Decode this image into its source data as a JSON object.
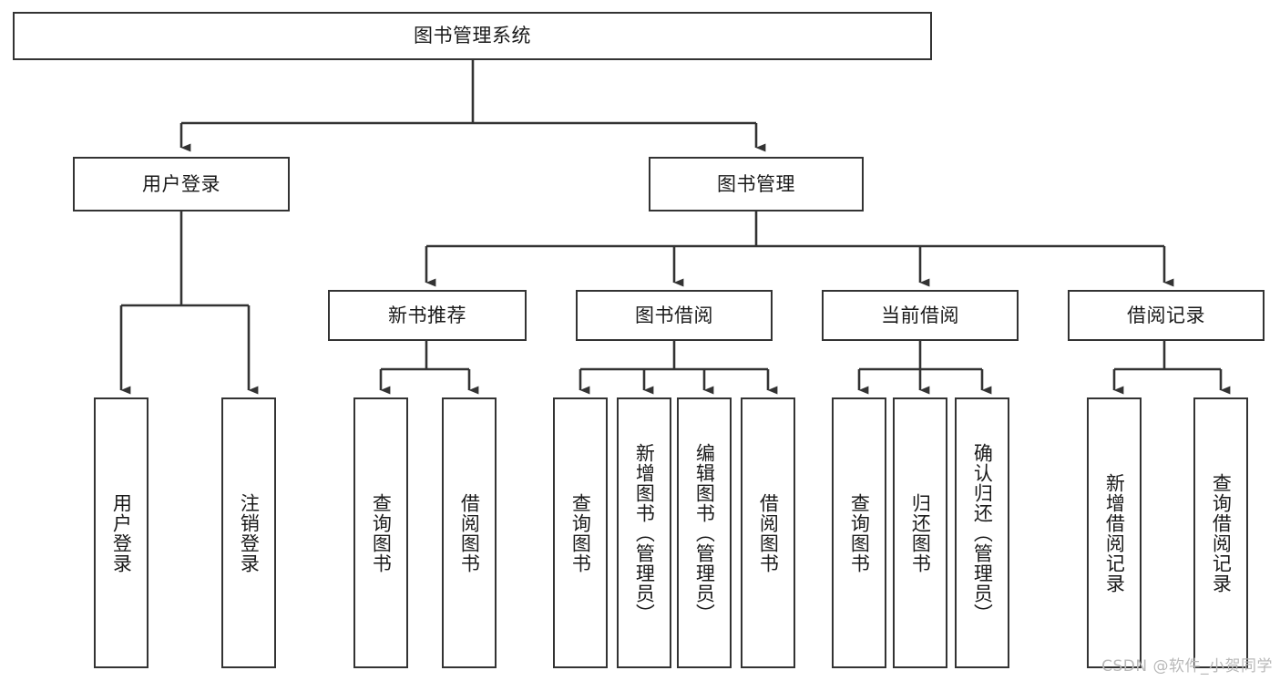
{
  "diagram": {
    "title": "图书管理系统",
    "type": "tree-hierarchy",
    "colors": {
      "background": "#ffffff",
      "node_border": "#333333",
      "node_fill": "#ffffff",
      "connector": "#333333",
      "text": "#1a1a1a",
      "watermark": "#b9b9b9"
    },
    "root": {
      "label": "图书管理系统"
    },
    "level2": [
      {
        "label": "用户登录"
      },
      {
        "label": "图书管理"
      }
    ],
    "level3": [
      {
        "label": "新书推荐"
      },
      {
        "label": "图书借阅"
      },
      {
        "label": "当前借阅"
      },
      {
        "label": "借阅记录"
      }
    ],
    "leaves": {
      "user_login": [
        {
          "label": "用户登录"
        },
        {
          "label": "注销登录"
        }
      ],
      "new_book_recommend": [
        {
          "label": "查询图书"
        },
        {
          "label": "借阅图书"
        }
      ],
      "book_borrow": [
        {
          "label": "查询图书"
        },
        {
          "label": "新增图书（管理员）"
        },
        {
          "label": "编辑图书（管理员）"
        },
        {
          "label": "借阅图书"
        }
      ],
      "current_borrow": [
        {
          "label": "查询图书"
        },
        {
          "label": "归还图书"
        },
        {
          "label": "确认归还（管理员）"
        }
      ],
      "borrow_record": [
        {
          "label": "新增借阅记录"
        },
        {
          "label": "查询借阅记录"
        }
      ]
    }
  },
  "watermark": {
    "text": "CSDN @软件_小贺同学"
  }
}
